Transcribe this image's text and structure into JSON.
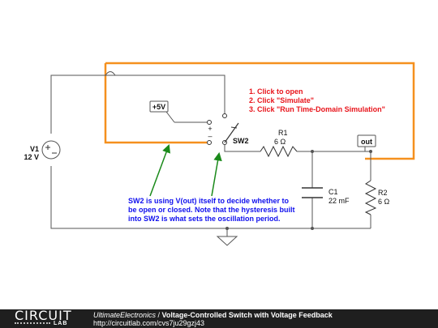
{
  "components": {
    "v1": {
      "name": "V1",
      "value": "12 V"
    },
    "sw2": {
      "name": "SW2",
      "plus": "+",
      "minus": "–"
    },
    "r1": {
      "name": "R1",
      "value": "6 Ω"
    },
    "c1": {
      "name": "C1",
      "value": "22 mF"
    },
    "r2": {
      "name": "R2",
      "value": "6 Ω"
    },
    "plus5v": {
      "label": "+5V"
    },
    "out": {
      "label": "out"
    }
  },
  "instructions": [
    "1. Click to open",
    "2. Click \"Simulate\"",
    "3. Click \"Run Time-Domain Simulation\""
  ],
  "note": [
    "SW2 is using V(out) itself to decide whether to",
    "be open or closed. Note that the hysteresis built",
    "into SW2 is what sets the oscillation period."
  ],
  "colors": {
    "wire": "#555555",
    "feedback_wire": "#f5901e",
    "arrow": "#1a8a1a",
    "instructions": "#e8141b",
    "note": "#1010ee",
    "footer_bg": "#1f1f1f"
  },
  "footer": {
    "logo_main": "CIRCUIT",
    "logo_sub": "LAB",
    "author": "UltimateElectronics",
    "separator": " / ",
    "title": "Voltage-Controlled Switch with Voltage Feedback",
    "url": "http://circuitlab.com/cvs7ju29gzj43"
  }
}
